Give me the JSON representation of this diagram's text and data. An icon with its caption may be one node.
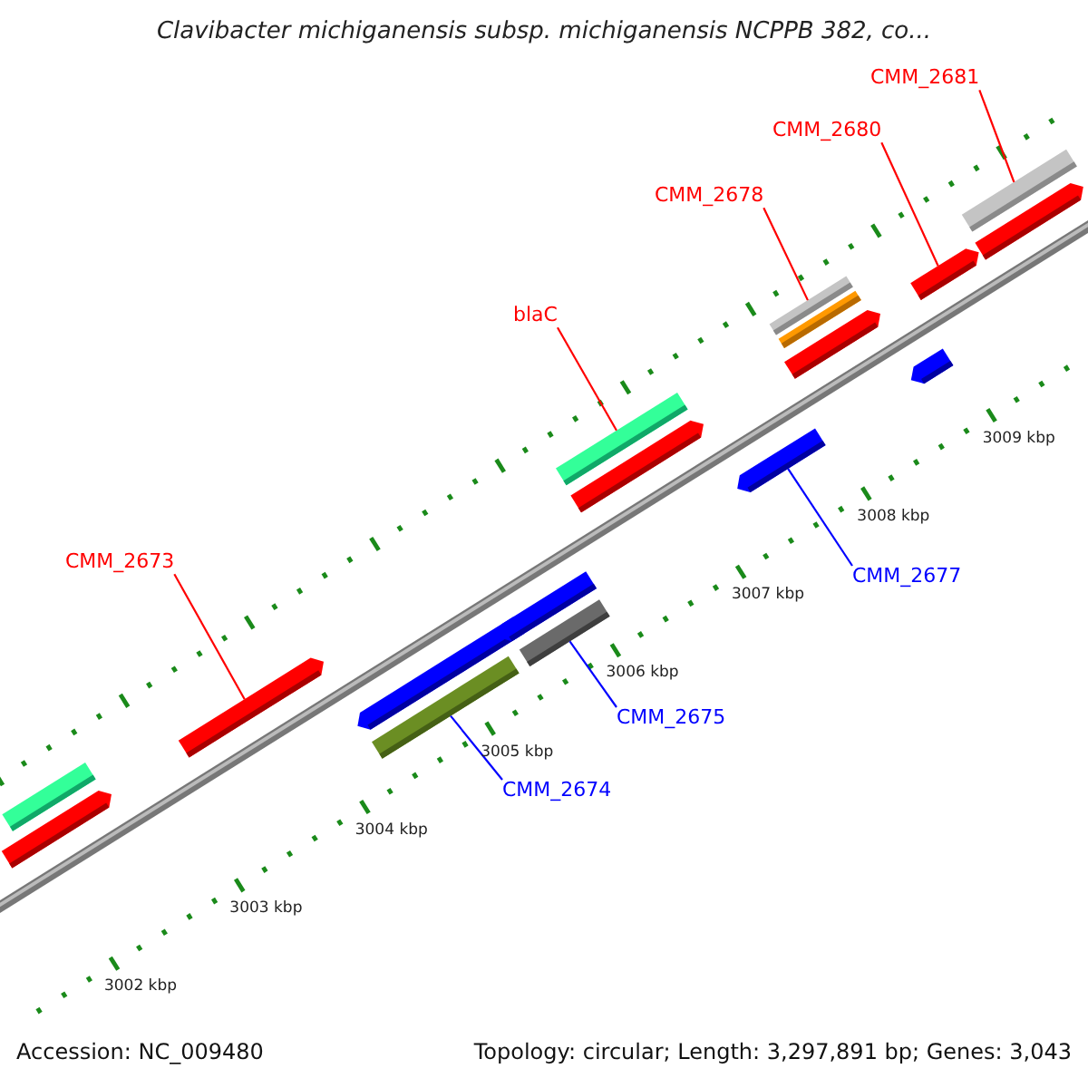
{
  "diagram": {
    "title": "Clavibacter michiganensis subsp. michiganensis NCPPB 382, co...",
    "nodes": [
      {
        "text": [
          "CMM_2681"
        ]
      },
      {
        "text": [
          "CMM_2680"
        ]
      },
      {
        "text": [
          "CMM_2678"
        ]
      },
      {
        "text": [
          "blaC"
        ]
      },
      {
        "text": [
          "CMM_2677"
        ]
      },
      {
        "text": [
          "CMM_2673"
        ]
      },
      {
        "text": [
          "CMM_2675"
        ]
      },
      {
        "text": [
          "CMM_2674"
        ]
      },
      {
        "text": [],
        "shape": "bar"
      },
      {
        "text": [],
        "shape": "bar"
      },
      {
        "text": [],
        "shape": "bar"
      },
      {
        "text": [],
        "shape": "bar"
      },
      {
        "text": [],
        "shape": "bar"
      },
      {
        "text": [],
        "shape": "bar"
      },
      {
        "text": [],
        "shape": "bar"
      },
      {
        "text": [],
        "shape": "bar"
      },
      {
        "text": [],
        "shape": "bar"
      },
      {
        "text": [],
        "shape": "bar"
      },
      {
        "text": [],
        "shape": "bar"
      },
      {
        "text": [],
        "shape": "bar"
      },
      {
        "text": [],
        "shape": "bar"
      },
      {
        "text": [],
        "shape": "bar"
      },
      {
        "text": [],
        "shape": "bar"
      },
      {
        "text": [],
        "shape": "bar"
      },
      {
        "text": [],
        "shape": "bar"
      }
    ],
    "edges": [
      {
        "from": 0,
        "to": 24,
        "arrow": "none"
      },
      {
        "from": 1,
        "to": 22,
        "arrow": "none"
      },
      {
        "from": 2,
        "to": 19,
        "arrow": "none"
      },
      {
        "from": 3,
        "to": 16,
        "arrow": "none"
      },
      {
        "from": 4,
        "to": 17,
        "arrow": "none",
        "color": "#0000ff"
      },
      {
        "from": 5,
        "to": 10,
        "arrow": "none"
      },
      {
        "from": 6,
        "to": 14,
        "arrow": "none",
        "color": "#0000ff"
      },
      {
        "from": 7,
        "to": 11,
        "arrow": "none",
        "color": "#0000ff"
      }
    ],
    "labels": [
      "3002 kbp",
      "3003 kbp",
      "3004 kbp",
      "3005 kbp",
      "3006 kbp",
      "3007 kbp",
      "3008 kbp",
      "3009 kbp",
      "Accession: NC_009480",
      "Topology: circular; Length: 3,297,891 bp; Genes: 3,043"
    ]
  }
}
